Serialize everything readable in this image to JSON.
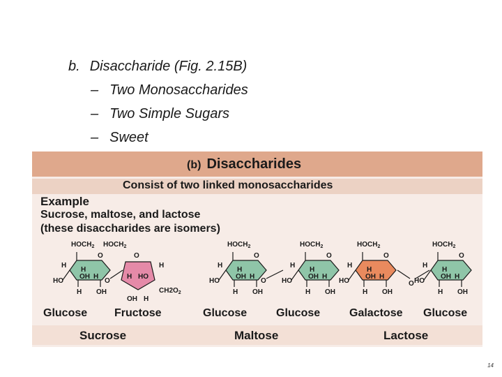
{
  "slide": {
    "heading_marker": "b.",
    "heading": "Disaccharide (Fig. 2.15B)",
    "bullets": [
      {
        "dash": "–",
        "text": "Two Monosaccharides"
      },
      {
        "dash": "–",
        "text": "Two Simple Sugars"
      },
      {
        "dash": "–",
        "text": "Sweet"
      }
    ],
    "page_number": "14"
  },
  "figure": {
    "tag": "(b)",
    "title": "Disaccharides",
    "subtitle": "Consist of two linked monosaccharides",
    "example_label": "Example",
    "example_lines": [
      "Sucrose, maltose, and lactose",
      "(these disaccharides are isomers)"
    ],
    "sugars": [
      "Glucose",
      "Fructose",
      "Glucose",
      "Glucose",
      "Galactose",
      "Glucose"
    ],
    "disaccharides": [
      "Sucrose",
      "Maltose",
      "Lactose"
    ],
    "atoms": {
      "hoch2": "HOCH2",
      "ch2oh": "CH2OH",
      "h": "H",
      "o": "O",
      "oh": "OH",
      "ho": "HO"
    },
    "colors": {
      "glucose": "#8fc5a8",
      "fructose": "#e58aa8",
      "galactose": "#e98a5e",
      "header": "#dfa88c",
      "background": "#f7ece7"
    }
  }
}
